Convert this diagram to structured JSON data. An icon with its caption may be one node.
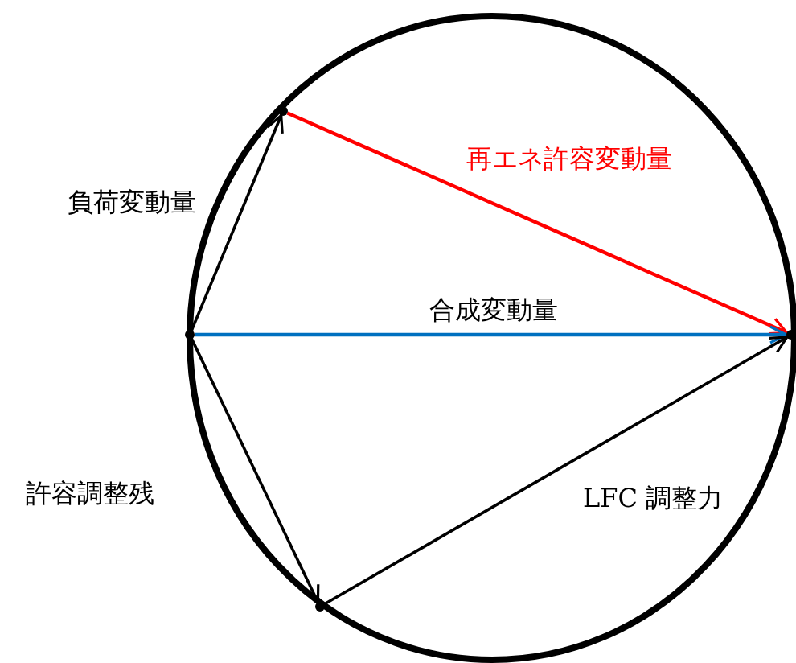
{
  "diagram": {
    "nodes": [
      {
        "text": [],
        "shape": "point"
      },
      {
        "text": [],
        "shape": "point"
      },
      {
        "text": [],
        "shape": "point"
      },
      {
        "text": [],
        "shape": "point"
      }
    ],
    "edges": [
      {
        "from": 0,
        "to": 1,
        "arrow": "to",
        "label": "負荷変動量",
        "color": "#000000"
      },
      {
        "from": 1,
        "to": 2,
        "arrow": "to",
        "label": "再エネ許容変動量",
        "color": "#ff0000"
      },
      {
        "from": 0,
        "to": 2,
        "arrow": "to",
        "label": "合成変動量",
        "color": "#0070c0"
      },
      {
        "from": 0,
        "to": 3,
        "arrow": "to",
        "label": "許容調整残",
        "color": "#000000"
      },
      {
        "from": 3,
        "to": 2,
        "arrow": "to",
        "label": "LFC 調整力",
        "color": "#000000"
      }
    ]
  }
}
